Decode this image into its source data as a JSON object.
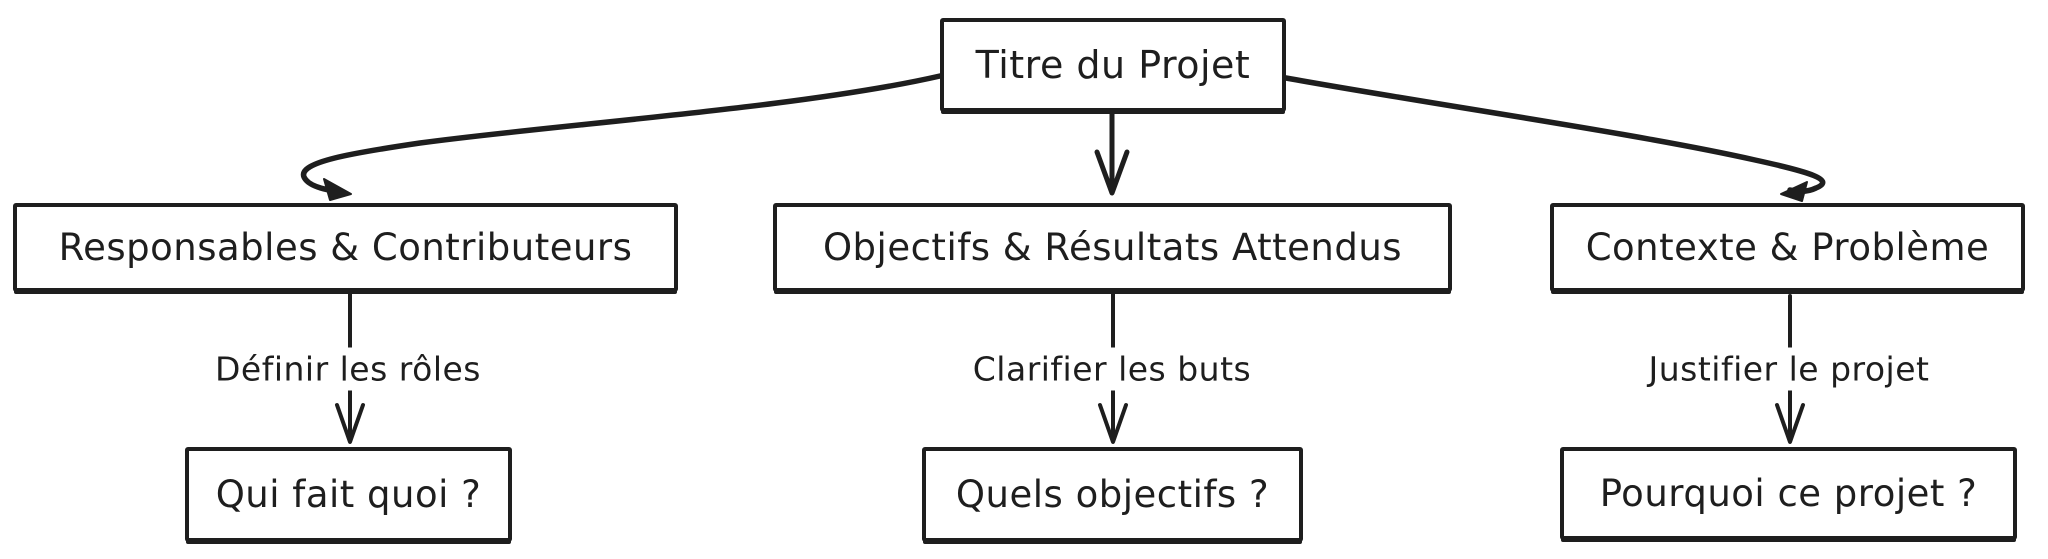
{
  "diagram": {
    "root": {
      "label": "Titre du Projet"
    },
    "branches": [
      {
        "category": {
          "label": "Responsables & Contributeurs"
        },
        "edge": {
          "label": "Définir les rôles"
        },
        "question": {
          "label": "Qui fait quoi ?"
        }
      },
      {
        "category": {
          "label": "Objectifs & Résultats Attendus"
        },
        "edge": {
          "label": "Clarifier les buts"
        },
        "question": {
          "label": "Quels objectifs ?"
        }
      },
      {
        "category": {
          "label": "Contexte & Problème"
        },
        "edge": {
          "label": "Justifier le projet"
        },
        "question": {
          "label": "Pourquoi ce projet ?"
        }
      }
    ],
    "colors": {
      "ink": "#1e1e1e",
      "background": "#ffffff"
    }
  }
}
